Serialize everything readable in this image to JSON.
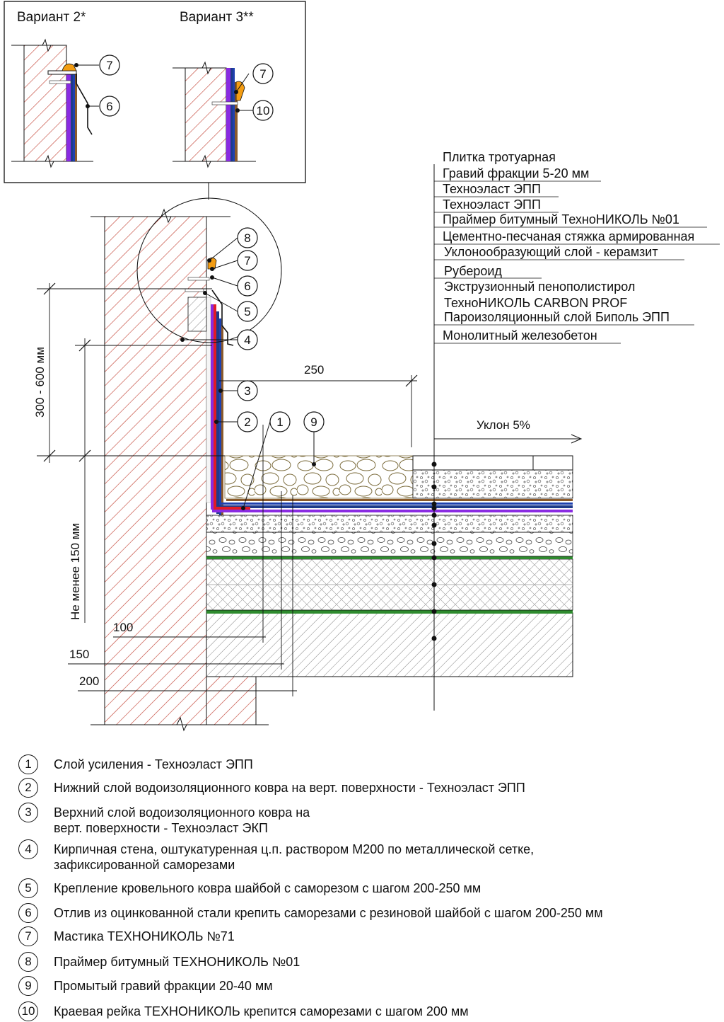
{
  "inset": {
    "variant2_title": "Вариант 2*",
    "variant3_title": "Вариант 3**"
  },
  "layers": [
    "Плитка тротуарная",
    "Гравий фракции 5-20 мм",
    "Техноэласт ЭПП",
    "Техноэласт ЭПП",
    "Праймер битумный ТехноНИКОЛЬ №01",
    "Цементно-песчаная стяжка армированная",
    "Уклонообразующий слой - керамзит",
    "Рубероид",
    "Экструзионный пенополистирол",
    "ТехноНИКОЛЬ CARBON PROF",
    "Пароизоляционный слой Биполь ЭПП",
    "Монолитный железобетон"
  ],
  "dimensions": {
    "height_range": "300 - 600 мм",
    "min_height": "Не менее 150 мм",
    "d250": "250",
    "d100": "100",
    "d150": "150",
    "d200": "200",
    "slope": "Уклон 5%"
  },
  "callouts": {
    "c1": "1",
    "c2": "2",
    "c3": "3",
    "c4": "4",
    "c5": "5",
    "c6": "6",
    "c7": "7",
    "c8": "8",
    "c9": "9",
    "c10": "10"
  },
  "legend": [
    {
      "num": "1",
      "text": "Слой усиления - Техноэласт ЭПП"
    },
    {
      "num": "2",
      "text": "Нижний слой водоизоляционного ковра на верт. поверхности - Техноэласт ЭПП"
    },
    {
      "num": "3",
      "text": "Верхний слой водоизоляционного ковра на\nверт. поверхности - Техноэласт ЭКП"
    },
    {
      "num": "4",
      "text": "Кирпичная стена, оштукатуренная ц.п. раствором М200 по металлической сетке,\nзафиксированной саморезами"
    },
    {
      "num": "5",
      "text": "Крепление кровельного ковра шайбой с саморезом с шагом 200-250 мм"
    },
    {
      "num": "6",
      "text": "Отлив из оцинкованной стали крепить саморезами с резиновой шайбой с шагом 200-250 мм"
    },
    {
      "num": "7",
      "text": "Мастика ТЕХНОНИКОЛЬ №71"
    },
    {
      "num": "8",
      "text": "Праймер битумный ТЕХНОНИКОЛЬ №01"
    },
    {
      "num": "9",
      "text": "Промытый гравий фракции 20-40 мм"
    },
    {
      "num": "10",
      "text": "Краевая рейка ТЕХНОНИКОЛЬ крепится саморезами с шагом 200 мм"
    }
  ]
}
